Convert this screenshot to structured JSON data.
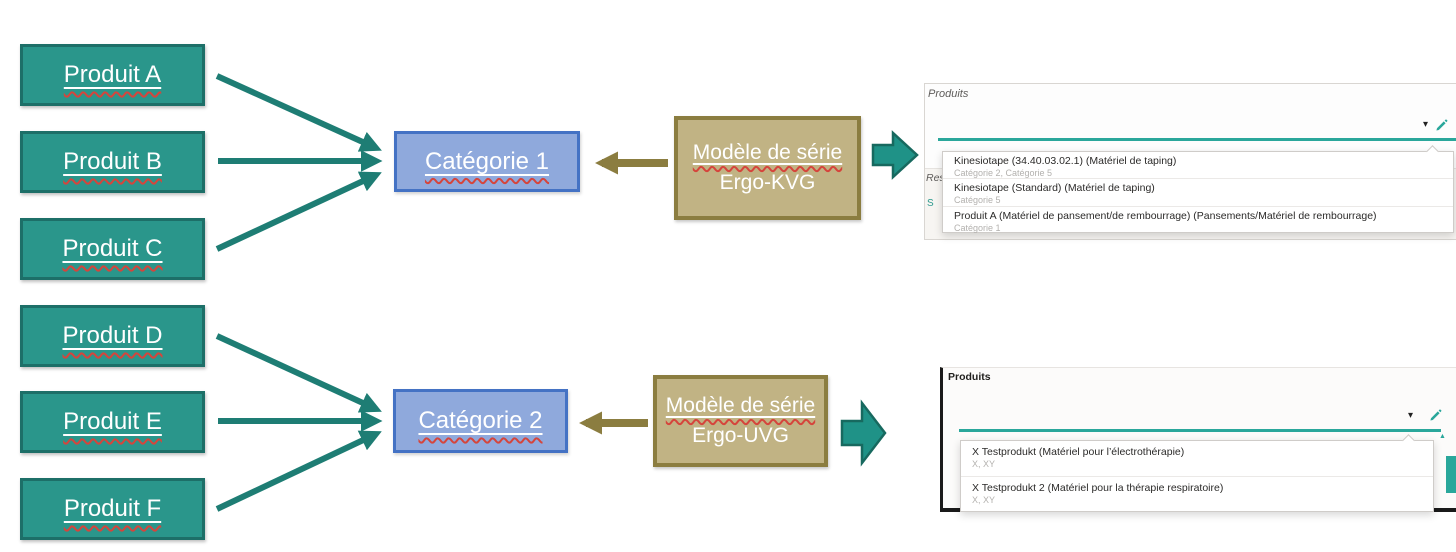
{
  "colors": {
    "product_fill": "#2a968b",
    "product_border": "#1d6f68",
    "category_fill": "#8fa9dc",
    "category_border": "#4472c4",
    "model_fill": "#c1b384",
    "model_border": "#8b7d40",
    "arrow_teal": "#1e7d74",
    "block_arrow_fill": "#1f9287",
    "ui_accent_teal": "#2aa79b",
    "spellcheck_red": "#d5453c"
  },
  "flow1": {
    "products": [
      "Produit A",
      "Produit B",
      "Produit C"
    ],
    "category": "Catégorie 1",
    "model": {
      "line1": "Modèle de série",
      "line2": "Ergo-KVG"
    }
  },
  "flow2": {
    "products": [
      "Produit D",
      "Produit E",
      "Produit F"
    ],
    "category": "Catégorie 2",
    "model": {
      "line1": "Modèle de série",
      "line2": "Ergo-UVG"
    }
  },
  "panel1": {
    "field_label": "Produits",
    "section_label_partial": "Ress",
    "partial_glyph": "S",
    "dropdown_items": [
      {
        "title": "Kinesiotape (34.40.03.02.1) (Matériel de taping)",
        "subtitle": "Catégorie 2, Catégorie 5"
      },
      {
        "title": "Kinesiotape (Standard) (Matériel de taping)",
        "subtitle": "Catégorie 5"
      },
      {
        "title": "Produit A (Matériel de pansement/de rembourrage)  (Pansements/Matériel de rembourrage)",
        "subtitle": "Catégorie 1"
      }
    ]
  },
  "panel2": {
    "field_label": "Produits",
    "dropdown_items": [
      {
        "title": "X Testprodukt (Matériel pour l’électrothérapie)",
        "subtitle": "X, XY"
      },
      {
        "title": "X Testprodukt 2 (Matériel pour la thérapie respiratoire)",
        "subtitle": "X, XY"
      }
    ]
  },
  "icons": {
    "dropdown_caret": "▾",
    "scroll_up": "▲"
  }
}
